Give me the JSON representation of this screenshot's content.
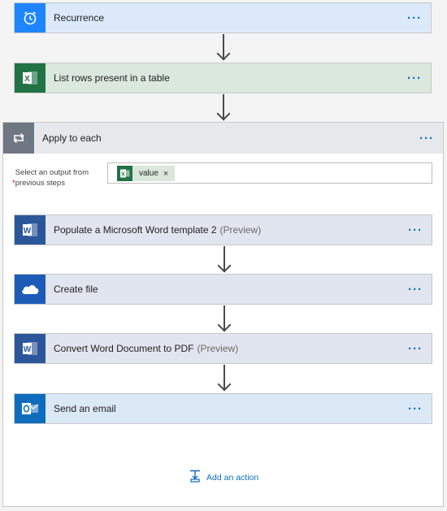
{
  "flow": {
    "recurrence": {
      "title": "Recurrence",
      "icon": "alarm-clock-icon",
      "color": "#1f85ff",
      "bg": "#dbe9fb"
    },
    "list_rows": {
      "title": "List rows present in a table",
      "icon": "excel-icon",
      "color": "#217346",
      "bg": "#dbe8dd"
    },
    "apply_each": {
      "title": "Apply to each",
      "icon": "loop-icon",
      "select_label_req": "*",
      "select_label": "Select an output from previous steps",
      "token": {
        "label": "value",
        "close": "×",
        "icon": "excel-icon"
      },
      "steps": [
        {
          "title": "Populate a Microsoft Word template 2",
          "suffix": "(Preview)",
          "icon": "word-icon"
        },
        {
          "title": "Create file",
          "suffix": "",
          "icon": "onedrive-icon"
        },
        {
          "title": "Convert Word Document to PDF",
          "suffix": "(Preview)",
          "icon": "word-icon"
        },
        {
          "title": "Send an email",
          "suffix": "",
          "icon": "outlook-icon"
        }
      ],
      "add_action": "Add an action"
    },
    "more_label": "···"
  }
}
